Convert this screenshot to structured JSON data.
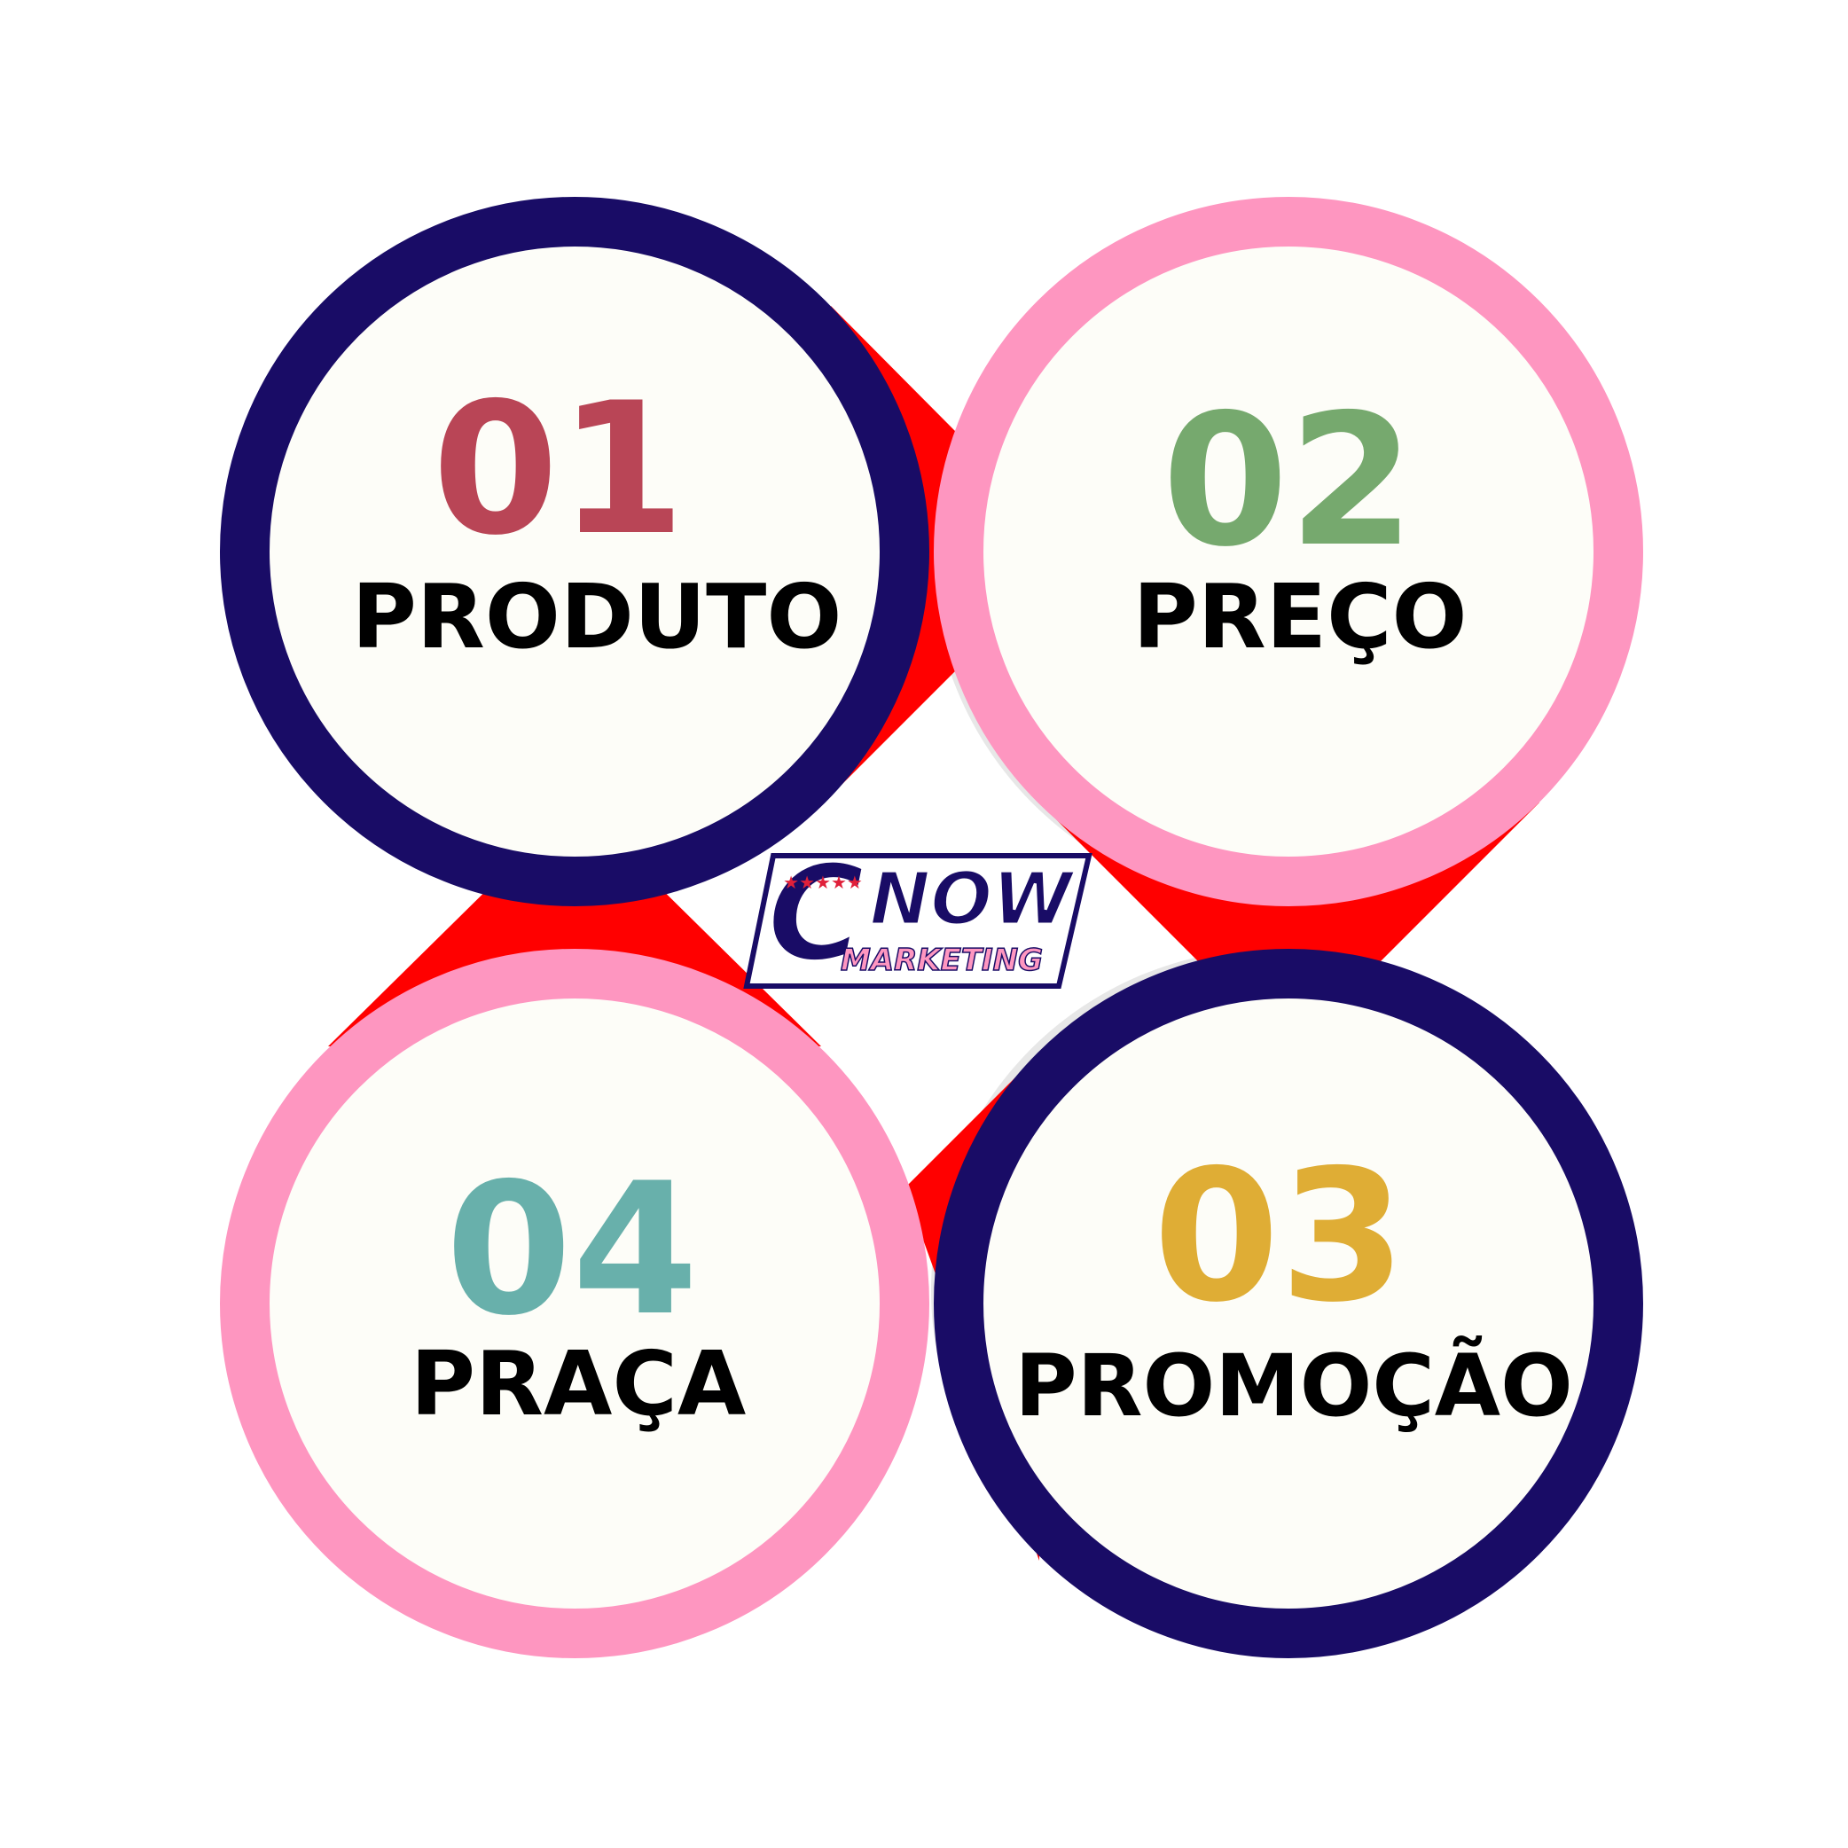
{
  "colors": {
    "arrow": "#ff0000",
    "navy": "#190c66",
    "pink": "#fe96c0",
    "fill": "#fdfdf8",
    "shadow": "#e7e7e7",
    "label": "#000000"
  },
  "steps": [
    {
      "number": "01",
      "label": "PRODUTO",
      "number_color": "#b94556",
      "ring_color": "#190c66"
    },
    {
      "number": "02",
      "label": "PREÇO",
      "number_color": "#76a96e",
      "ring_color": "#fe96c0"
    },
    {
      "number": "03",
      "label": "PROMOÇÃO",
      "number_color": "#dfad35",
      "ring_color": "#190c66"
    },
    {
      "number": "04",
      "label": "PRAÇA",
      "number_color": "#68b0ab",
      "ring_color": "#fe96c0"
    }
  ],
  "logo": {
    "main_text": "NOW",
    "letter": "C",
    "sub_text": "MARKETING",
    "stars": "★★★★★"
  }
}
